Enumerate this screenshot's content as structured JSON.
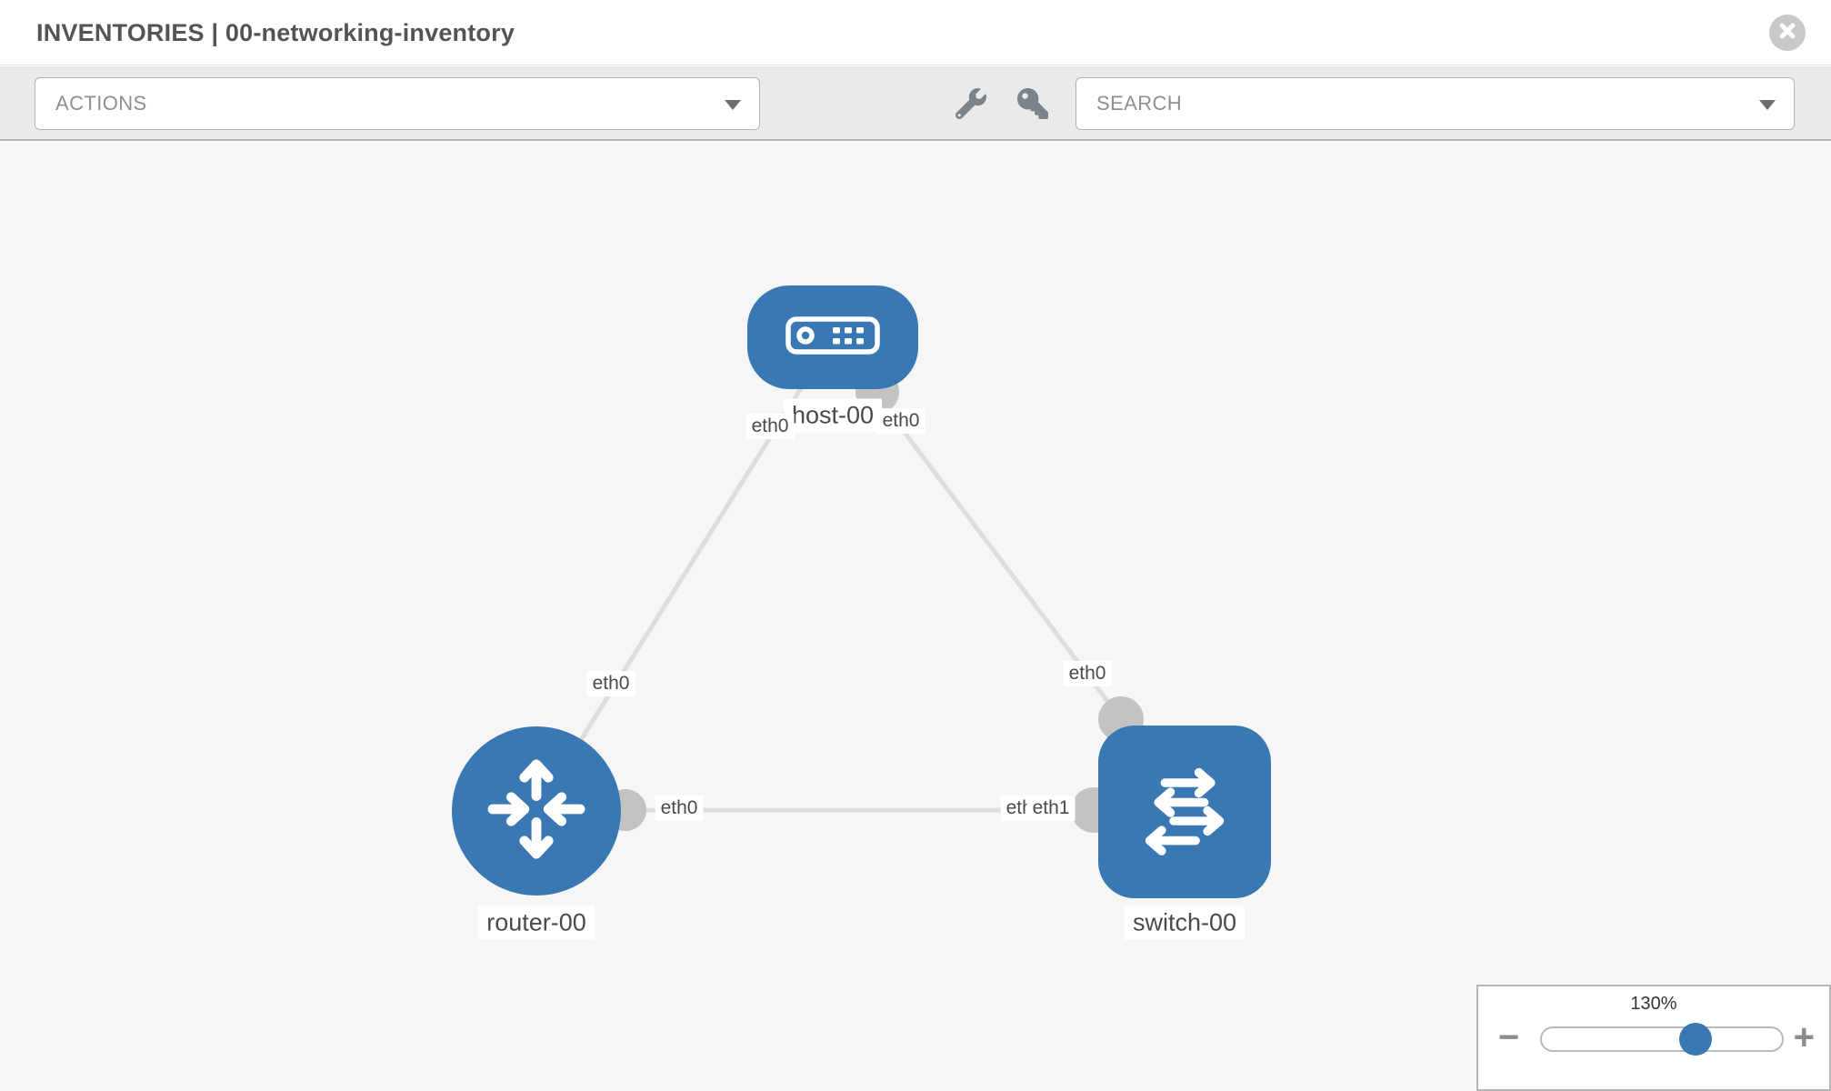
{
  "header": {
    "title": "INVENTORIES | 00-networking-inventory"
  },
  "toolbar": {
    "actions_label": "ACTIONS",
    "search_placeholder": "SEARCH",
    "icon_names": [
      "wrench-icon",
      "key-icon",
      "caret-down-icon",
      "close-icon"
    ]
  },
  "topology": {
    "nodes": [
      {
        "id": "host-00",
        "type": "host",
        "label": "host-00"
      },
      {
        "id": "router-00",
        "type": "router",
        "label": "router-00"
      },
      {
        "id": "switch-00",
        "type": "switch",
        "label": "switch-00"
      }
    ],
    "links": [
      {
        "from": "host-00",
        "to": "router-00",
        "from_iface": "eth0",
        "to_iface": "eth0"
      },
      {
        "from": "host-00",
        "to": "switch-00",
        "from_iface": "eth0",
        "to_iface": "eth0"
      },
      {
        "from": "router-00",
        "to": "switch-00",
        "from_iface": "eth0",
        "to_iface": "eth1"
      }
    ],
    "ifaces": {
      "host_left": "eth0",
      "host_right": "eth0",
      "router_diag": "eth0",
      "router_right": "eth0",
      "switch_top": "eth0",
      "switch_behind": "eth0",
      "switch_front": "eth1"
    }
  },
  "zoom_control": {
    "level": "130%",
    "minus_glyph": "−",
    "plus_glyph": "+"
  },
  "colors": {
    "node_blue": "#3a78b4",
    "port_gray": "#c3c3c3",
    "link_gray": "#dddddd",
    "toolbar_bg": "#eaeaea",
    "canvas_bg": "#f6f6f6"
  }
}
